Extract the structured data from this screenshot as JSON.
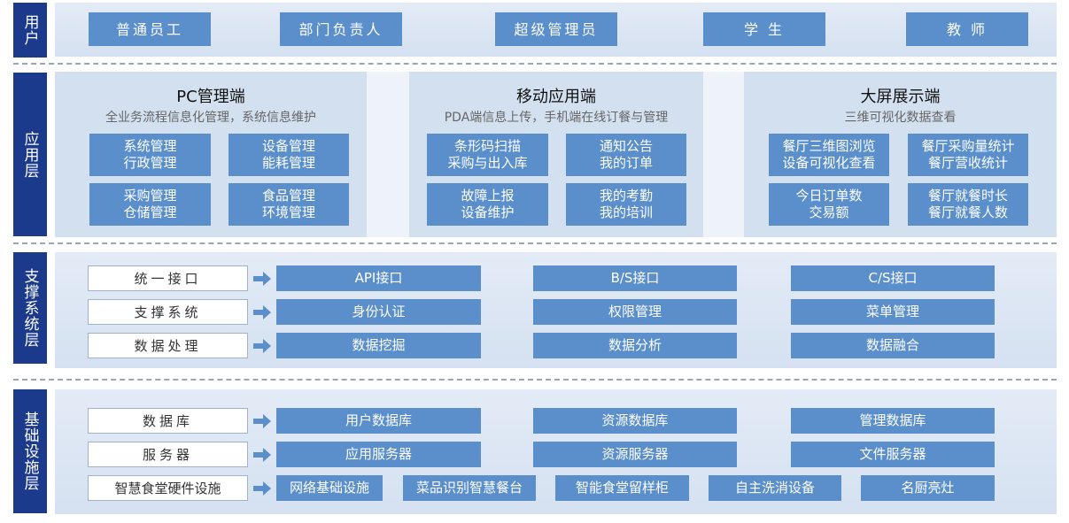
{
  "layers": {
    "user": "用户",
    "app": "应用层",
    "support": "支撑系统层",
    "infra": "基础设施层"
  },
  "users": [
    "普通员工",
    "部门负责人",
    "超级管理员",
    "学 生",
    "教 师"
  ],
  "panels": [
    {
      "title": "PC管理端",
      "subtitle": "全业务流程信息化管理，系统信息维护",
      "cells": [
        [
          "系统管理",
          "行政管理"
        ],
        [
          "设备管理",
          "能耗管理"
        ],
        [
          "采购管理",
          "仓储管理"
        ],
        [
          "食品管理",
          "环境管理"
        ]
      ]
    },
    {
      "title": "移动应用端",
      "subtitle": "PDA端信息上传，手机端在线订餐与管理",
      "cells": [
        [
          "条形码扫描",
          "采购与出入库"
        ],
        [
          "通知公告",
          "我的订单"
        ],
        [
          "故障上报",
          "设备维护"
        ],
        [
          "我的考勤",
          "我的培训"
        ]
      ]
    },
    {
      "title": "大屏展示端",
      "subtitle": "三维可视化数据查看",
      "cells": [
        [
          "餐厅三维图浏览",
          "设备可视化查看"
        ],
        [
          "餐厅采购量统计",
          "餐厅营收统计"
        ],
        [
          "今日订单数",
          "交易额"
        ],
        [
          "餐厅就餐时长",
          "餐厅就餐人数"
        ]
      ]
    }
  ],
  "support_rows": [
    {
      "label": "统一接口",
      "items": [
        "API接口",
        "B/S接口",
        "C/S接口"
      ]
    },
    {
      "label": "支撑系统",
      "items": [
        "身份认证",
        "权限管理",
        "菜单管理"
      ]
    },
    {
      "label": "数据处理",
      "items": [
        "数据挖掘",
        "数据分析",
        "数据融合"
      ]
    }
  ],
  "infra_rows": [
    {
      "label": "数据库",
      "items": [
        "用户数据库",
        "资源数据库",
        "管理数据库"
      ]
    },
    {
      "label": "服务器",
      "items": [
        "应用服务器",
        "资源服务器",
        "文件服务器"
      ]
    },
    {
      "label": "智慧食堂硬件设施",
      "items": [
        "网络基础设施",
        "菜品识别智慧餐台",
        "智能食堂留样柜",
        "自主洗消设备",
        "名厨亮灶"
      ]
    }
  ],
  "colors": {
    "layer_label": "#1b3a8c",
    "box": "#5b8fcc",
    "band": "#dce6f3",
    "arrow": "#5b8fcc"
  }
}
